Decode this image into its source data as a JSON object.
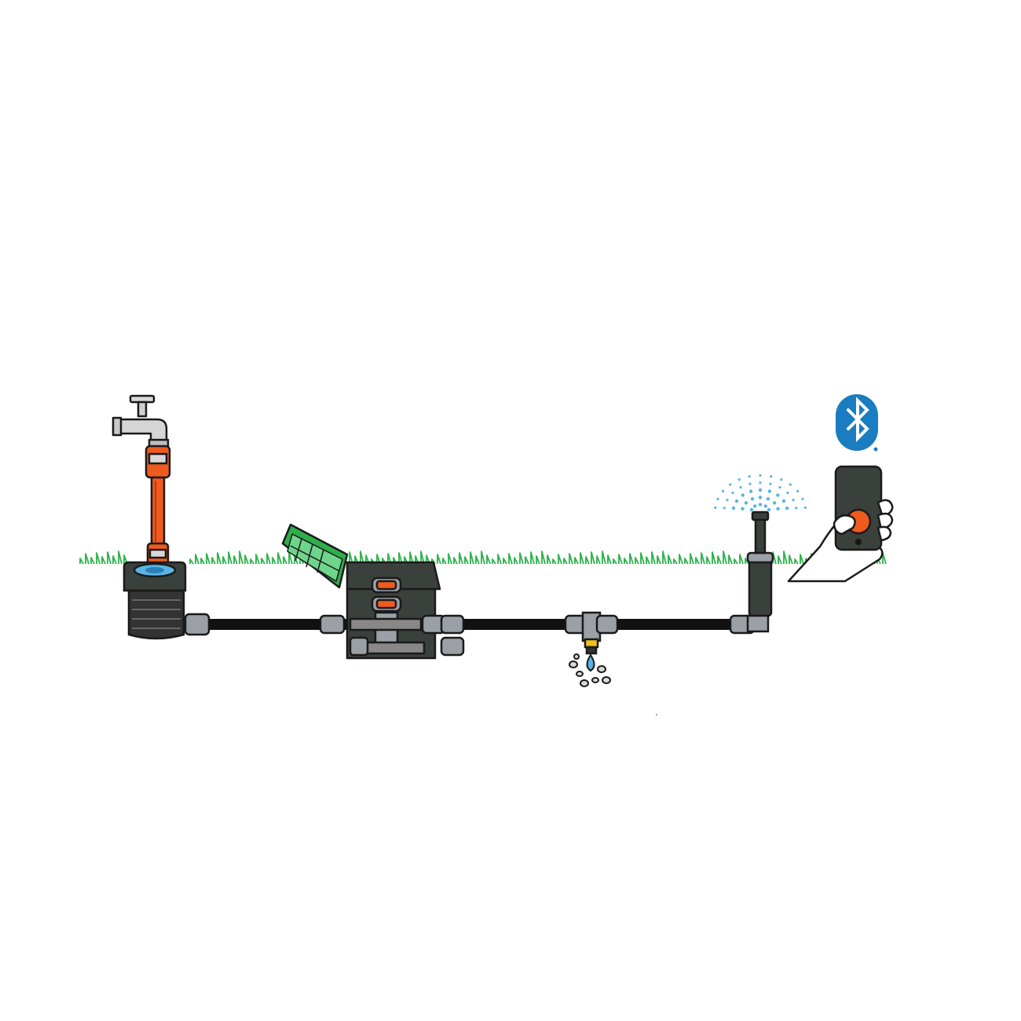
{
  "diagram": {
    "components": [
      {
        "id": "tap",
        "kind": "water-tap"
      },
      {
        "id": "hose",
        "kind": "orange-hose-with-connectors"
      },
      {
        "id": "water-socket",
        "kind": "underground-water-socket"
      },
      {
        "id": "valve-box",
        "kind": "valve-box-with-two-valves"
      },
      {
        "id": "drain-tee",
        "kind": "tee-with-drain-valve"
      },
      {
        "id": "sprinkler",
        "kind": "pop-up-sprinkler"
      },
      {
        "id": "phone",
        "kind": "smartphone-in-hand"
      },
      {
        "id": "bluetooth",
        "kind": "bluetooth-logo"
      }
    ],
    "colors": {
      "outline": "#1a1a1a",
      "pipe": "#111111",
      "grass": "#2bb34a",
      "hose_orange": "#ef5a1e",
      "lid_green": "#2fae4c",
      "water_blue": "#5ab4e5",
      "bluetooth_blue": "#1a7cc1",
      "body_dark": "#3a403c",
      "fitting_grey": "#9aa0a6"
    },
    "icons": [
      "bluetooth-icon",
      "water-drop-icon",
      "spray-icon"
    ]
  }
}
